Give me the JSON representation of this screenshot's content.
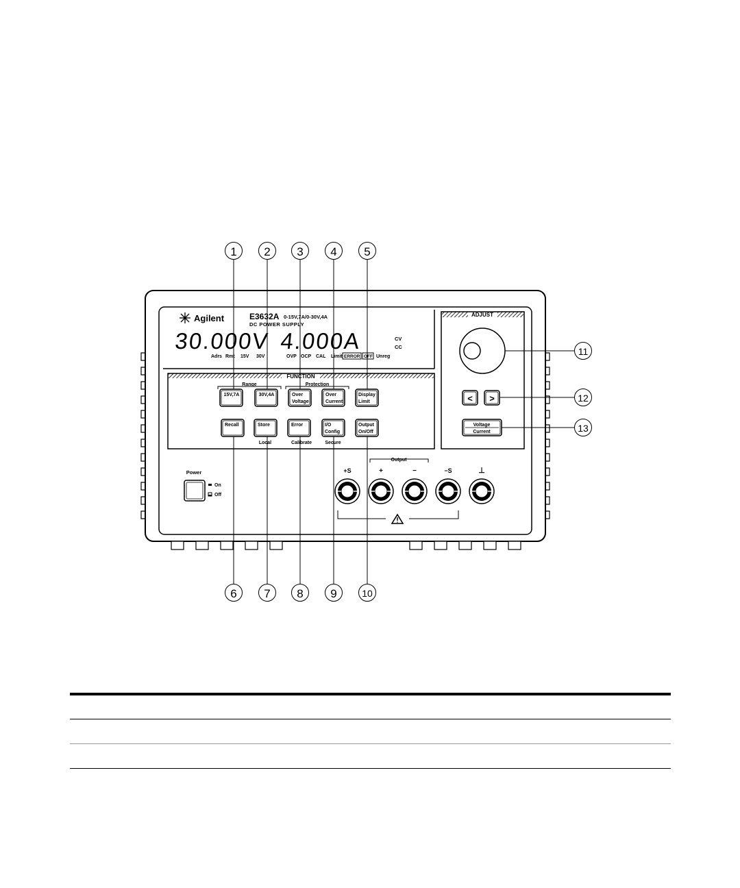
{
  "brand": {
    "name": "Agilent"
  },
  "model": {
    "number": "E3632A",
    "ratings": "0-15V,7A/0-30V,4A",
    "type": "DC POWER SUPPLY"
  },
  "display": {
    "voltage": "30.000V",
    "current": "4.000A",
    "mode_cv": "CV",
    "mode_cc": "CC",
    "annunciators": [
      "Adrs",
      "Rmt",
      "15V",
      "30V",
      "OVP",
      "OCP",
      "CAL",
      "Limit",
      "ERROR",
      "OFF",
      "Unreg"
    ]
  },
  "panel": {
    "function_header": "FUNCTION",
    "adjust_header": "ADJUST",
    "range_label": "Range",
    "protection_label": "Protection",
    "output_label": "Output",
    "power_label": "Power",
    "power_on": "On",
    "power_off": "Off"
  },
  "buttons": {
    "range_15v": "15V,7A",
    "range_30v": "30V,4A",
    "over_voltage_1": "Over",
    "over_voltage_2": "Voltage",
    "over_current_1": "Over",
    "over_current_2": "Current",
    "display_limit_1": "Display",
    "display_limit_2": "Limit",
    "recall": "Recall",
    "store": "Store",
    "store_sub": "Local",
    "error": "Error",
    "error_sub": "Calibrate",
    "io_config_1": "I/O",
    "io_config_2": "Config",
    "io_sub": "Secure",
    "output_onoff_1": "Output",
    "output_onoff_2": "On/Off",
    "voltage_current_1": "Voltage",
    "voltage_current_2": "Current",
    "left_arrow": "<",
    "right_arrow": ">"
  },
  "terminals": {
    "sense_plus": "+S",
    "plus": "+",
    "minus": "−",
    "sense_minus": "−S",
    "ground": "⊥"
  },
  "callouts": [
    "1",
    "2",
    "3",
    "4",
    "5",
    "6",
    "7",
    "8",
    "9",
    "10",
    "11",
    "12",
    "13"
  ],
  "icons": {
    "warning": "warning-triangle-icon",
    "logo": "agilent-spark-icon",
    "knob": "rotary-knob-icon"
  }
}
